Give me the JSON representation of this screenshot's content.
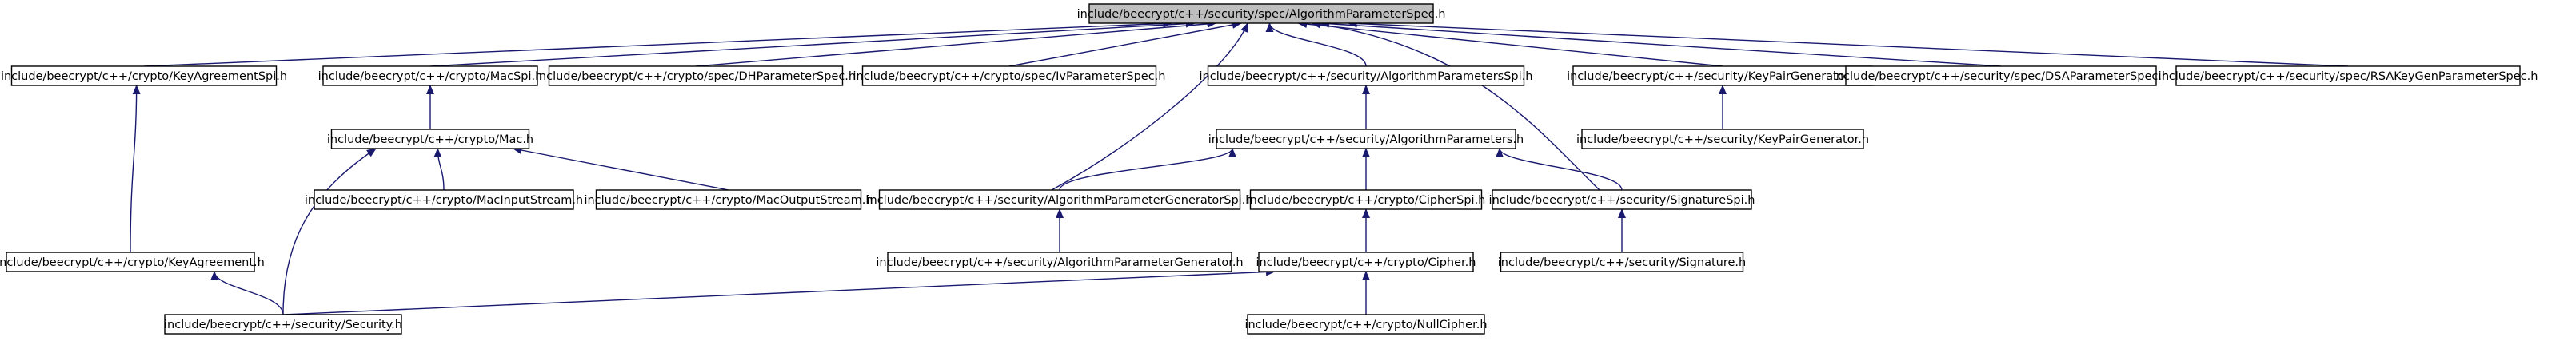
{
  "graph": {
    "root": "include/beecrypt/c++/security/spec/AlgorithmParameterSpec.h",
    "nodes": [
      {
        "id": "n0",
        "label": "include/beecrypt/c++/security/spec/AlgorithmParameterSpec.h"
      },
      {
        "id": "n1",
        "label": "include/beecrypt/c++/crypto/KeyAgreementSpi.h"
      },
      {
        "id": "n2",
        "label": "include/beecrypt/c++/crypto/MacSpi.h"
      },
      {
        "id": "n3",
        "label": "include/beecrypt/c++/crypto/spec/DHParameterSpec.h"
      },
      {
        "id": "n4",
        "label": "include/beecrypt/c++/crypto/spec/IvParameterSpec.h"
      },
      {
        "id": "n5",
        "label": "include/beecrypt/c++/security/AlgorithmParametersSpi.h"
      },
      {
        "id": "n6",
        "label": "include/beecrypt/c++/security/KeyPairGeneratorSpi.h"
      },
      {
        "id": "n7",
        "label": "include/beecrypt/c++/security/spec/DSAParameterSpec.h"
      },
      {
        "id": "n8",
        "label": "include/beecrypt/c++/security/spec/RSAKeyGenParameterSpec.h"
      },
      {
        "id": "n9",
        "label": "include/beecrypt/c++/crypto/Mac.h"
      },
      {
        "id": "n10",
        "label": "include/beecrypt/c++/security/AlgorithmParameters.h"
      },
      {
        "id": "n11",
        "label": "include/beecrypt/c++/security/KeyPairGenerator.h"
      },
      {
        "id": "n12",
        "label": "include/beecrypt/c++/crypto/MacInputStream.h"
      },
      {
        "id": "n13",
        "label": "include/beecrypt/c++/crypto/MacOutputStream.h"
      },
      {
        "id": "n14",
        "label": "include/beecrypt/c++/security/AlgorithmParameterGeneratorSpi.h"
      },
      {
        "id": "n15",
        "label": "include/beecrypt/c++/crypto/CipherSpi.h"
      },
      {
        "id": "n16",
        "label": "include/beecrypt/c++/security/SignatureSpi.h"
      },
      {
        "id": "n17",
        "label": "include/beecrypt/c++/crypto/KeyAgreement.h"
      },
      {
        "id": "n18",
        "label": "include/beecrypt/c++/security/AlgorithmParameterGenerator.h"
      },
      {
        "id": "n19",
        "label": "include/beecrypt/c++/crypto/Cipher.h"
      },
      {
        "id": "n20",
        "label": "include/beecrypt/c++/security/Signature.h"
      },
      {
        "id": "n21",
        "label": "include/beecrypt/c++/security/Security.h"
      },
      {
        "id": "n22",
        "label": "include/beecrypt/c++/crypto/NullCipher.h"
      }
    ],
    "edges": [
      {
        "from": "n1",
        "to": "n0"
      },
      {
        "from": "n2",
        "to": "n0"
      },
      {
        "from": "n3",
        "to": "n0"
      },
      {
        "from": "n4",
        "to": "n0"
      },
      {
        "from": "n5",
        "to": "n0"
      },
      {
        "from": "n6",
        "to": "n0"
      },
      {
        "from": "n7",
        "to": "n0"
      },
      {
        "from": "n8",
        "to": "n0"
      },
      {
        "from": "n14",
        "to": "n0"
      },
      {
        "from": "n16",
        "to": "n0"
      },
      {
        "from": "n17",
        "to": "n1"
      },
      {
        "from": "n9",
        "to": "n2"
      },
      {
        "from": "n12",
        "to": "n9"
      },
      {
        "from": "n13",
        "to": "n9"
      },
      {
        "from": "n21",
        "to": "n9"
      },
      {
        "from": "n10",
        "to": "n5"
      },
      {
        "from": "n14",
        "to": "n10"
      },
      {
        "from": "n15",
        "to": "n10"
      },
      {
        "from": "n16",
        "to": "n10"
      },
      {
        "from": "n11",
        "to": "n6"
      },
      {
        "from": "n18",
        "to": "n14"
      },
      {
        "from": "n19",
        "to": "n15"
      },
      {
        "from": "n20",
        "to": "n16"
      },
      {
        "from": "n21",
        "to": "n17"
      },
      {
        "from": "n21",
        "to": "n19"
      },
      {
        "from": "n22",
        "to": "n19"
      }
    ]
  },
  "colors": {
    "edge": "#191970",
    "root_fill": "#bfbfbf",
    "node_fill": "#ffffff",
    "node_stroke": "#000000"
  }
}
